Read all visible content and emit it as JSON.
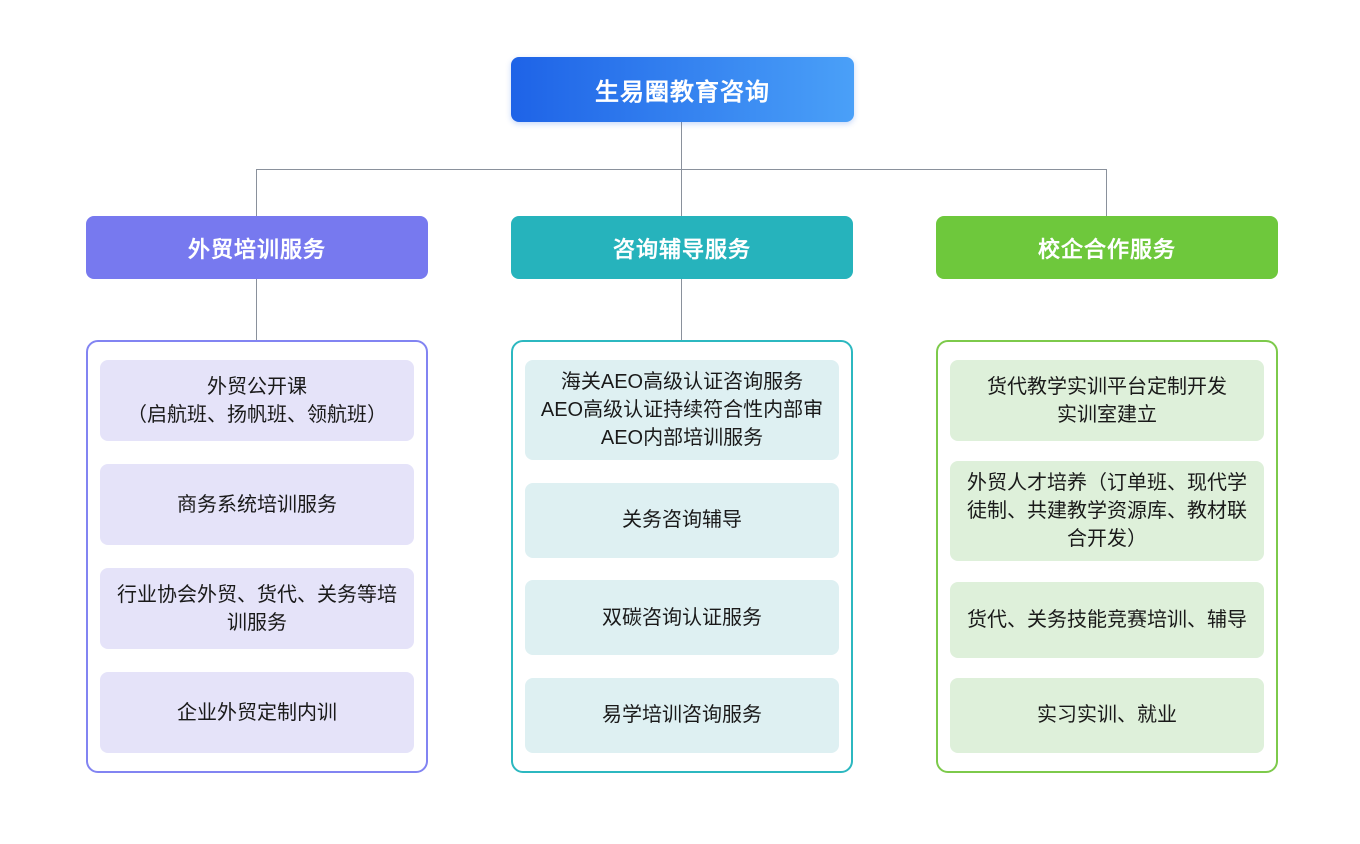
{
  "diagram": {
    "root": {
      "label": "生易圈教育咨询",
      "gradient_start": "#1e63e7",
      "gradient_end": "#4aa0f8"
    },
    "connector_color": "#8a919c",
    "columns": [
      {
        "header": "外贸培训服务",
        "colors": {
          "header_bg": "#7779ef",
          "border": "#8284f2",
          "item_bg": "#e5e3f9"
        },
        "items": [
          {
            "text": "外贸公开课\n（启航班、扬帆班、领航班）"
          },
          {
            "text": "商务系统培训服务"
          },
          {
            "text": "行业协会外贸、货代、关务等培训服务"
          },
          {
            "text": "企业外贸定制内训"
          }
        ]
      },
      {
        "header": "咨询辅导服务",
        "colors": {
          "header_bg": "#26b3bc",
          "border": "#2cb8c0",
          "item_bg": "#def0f2"
        },
        "items": [
          {
            "text": "海关AEO高级认证咨询服务\nAEO高级认证持续符合性内部审\nAEO内部培训服务"
          },
          {
            "text": "关务咨询辅导"
          },
          {
            "text": "双碳咨询认证服务"
          },
          {
            "text": "易学培训咨询服务"
          }
        ]
      },
      {
        "header": "校企合作服务",
        "colors": {
          "header_bg": "#6ec83c",
          "border": "#7dca4b",
          "item_bg": "#def0da"
        },
        "items": [
          {
            "text": "货代教学实训平台定制开发\n实训室建立"
          },
          {
            "text": "外贸人才培养（订单班、现代学徒制、共建教学资源库、教材联合开发）"
          },
          {
            "text": "货代、关务技能竞赛培训、辅导"
          },
          {
            "text": "实习实训、就业"
          }
        ]
      }
    ]
  }
}
